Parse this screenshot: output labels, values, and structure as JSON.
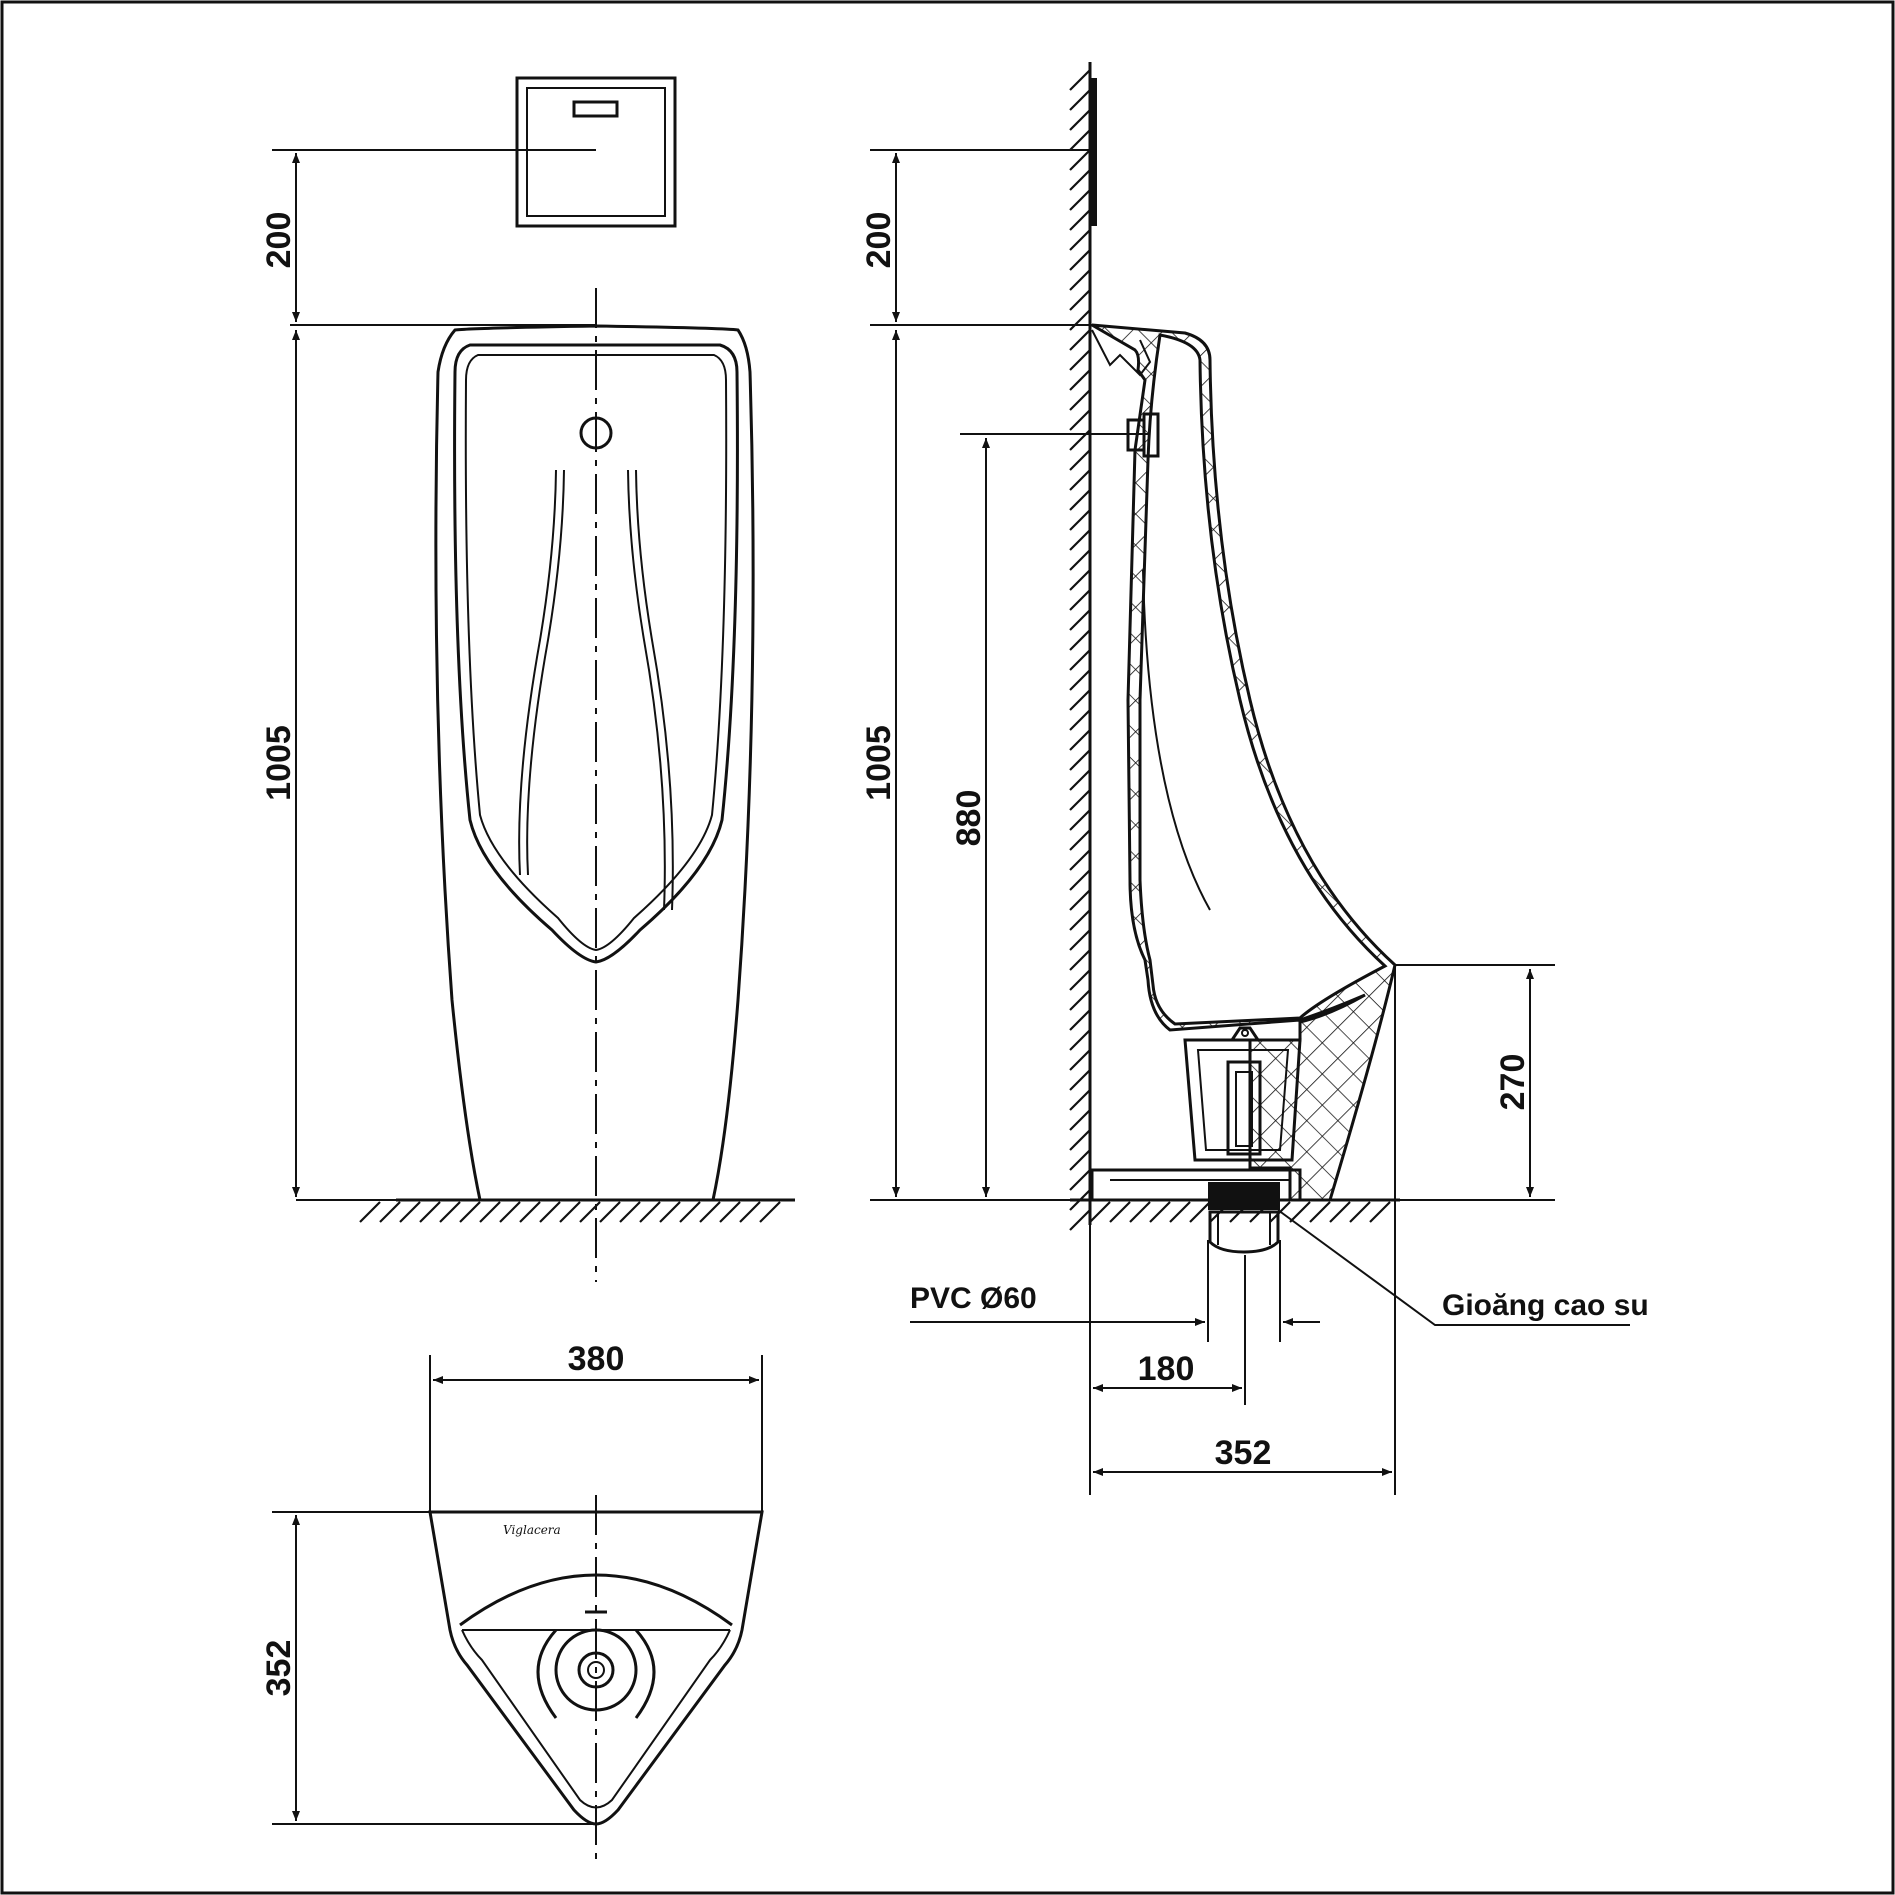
{
  "dimensions": {
    "front_sensor_height": "200",
    "front_total_height": "1005",
    "side_sensor_height": "200",
    "side_total_height": "1005",
    "side_inlet_height": "880",
    "side_lip_height": "270",
    "side_drain_offset": "180",
    "side_depth": "352",
    "plan_width": "380",
    "plan_depth": "352"
  },
  "labels": {
    "pvc": "PVC  Ø60",
    "gasket": "Gioăng cao su",
    "brand": "Viglacera"
  },
  "colors": {
    "line": "#111111",
    "background": "#ffffff"
  }
}
